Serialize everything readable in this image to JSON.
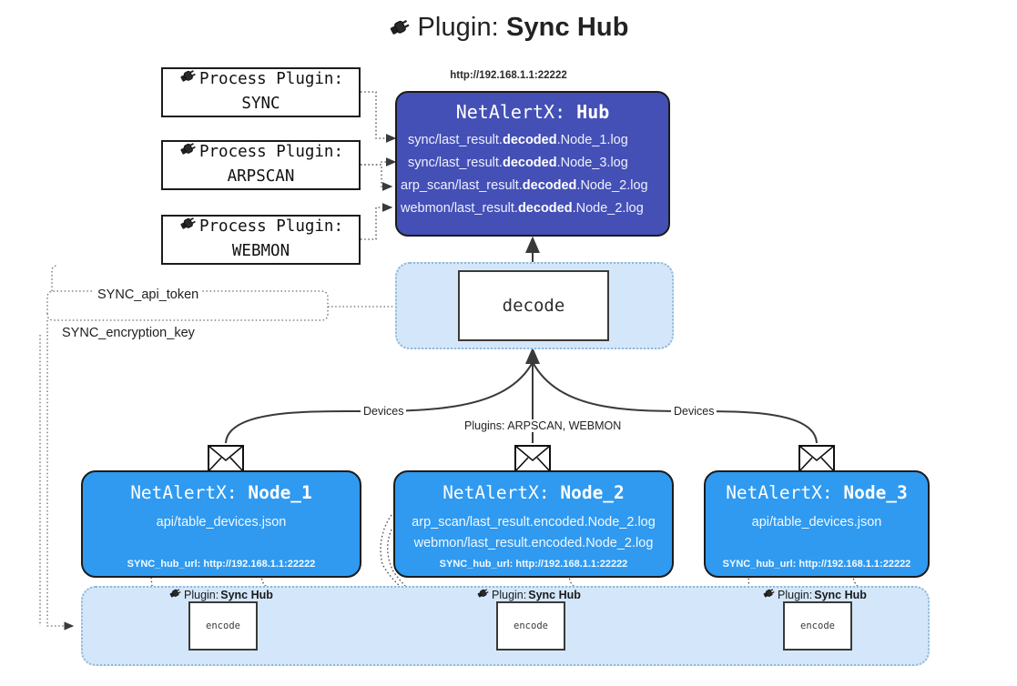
{
  "title": {
    "prefix": "Plugin:",
    "name": "Sync Hub",
    "icon": "plug-icon"
  },
  "colors": {
    "hub_fill": "#4450b5",
    "node_fill": "#2f9af0",
    "band_fill": "#d4e7fa",
    "band_border": "#8fb8d8",
    "stroke": "#1b1b1b",
    "page_bg": "#ffffff"
  },
  "process_plugins": [
    {
      "line1": "Process Plugin:",
      "line2": "SYNC",
      "icon": "plug-icon"
    },
    {
      "line1": "Process Plugin:",
      "line2": "ARPSCAN",
      "icon": "plug-icon"
    },
    {
      "line1": "Process Plugin:",
      "line2": "WEBMON",
      "icon": "plug-icon"
    }
  ],
  "hub": {
    "url": "http://192.168.1.1:22222",
    "title_prefix": "NetAlertX:",
    "title_name": "Hub",
    "logs": [
      {
        "pre": "sync/last_result.",
        "em": "decoded",
        "post": ".Node_1.log"
      },
      {
        "pre": "sync/last_result.",
        "em": "decoded",
        "post": ".Node_3.log"
      },
      {
        "pre": "arp_scan/last_result.",
        "em": "decoded",
        "post": ".Node_2.log"
      },
      {
        "pre": "webmon/last_result.",
        "em": "decoded",
        "post": ".Node_2.log"
      }
    ]
  },
  "decode": {
    "label": "decode"
  },
  "secrets": [
    {
      "label": "SYNC_api_token"
    },
    {
      "label": "SYNC_encryption_key"
    }
  ],
  "edge_labels": {
    "devices_left": "Devices",
    "devices_right": "Devices",
    "plugins_center": "Plugins: ARPSCAN, WEBMON"
  },
  "nodes": [
    {
      "title_prefix": "NetAlertX:",
      "title_name": "Node_1",
      "lines": [
        "api/table_devices.json"
      ],
      "footer": "SYNC_hub_url: http://192.168.1.1:22222",
      "icon": "envelope-icon"
    },
    {
      "title_prefix": "NetAlertX:",
      "title_name": "Node_2",
      "lines": [
        "arp_scan/last_result.encoded.Node_2.log",
        "webmon/last_result.encoded.Node_2.log"
      ],
      "footer": "SYNC_hub_url: http://192.168.1.1:22222",
      "icon": "envelope-icon"
    },
    {
      "title_prefix": "NetAlertX:",
      "title_name": "Node_3",
      "lines": [
        "api/table_devices.json"
      ],
      "footer": "SYNC_hub_url: http://192.168.1.1:22222",
      "icon": "envelope-icon"
    }
  ],
  "encoders": [
    {
      "plugin_prefix": "Plugin:",
      "plugin_name": "Sync Hub",
      "label": "encode",
      "icon": "plug-icon"
    },
    {
      "plugin_prefix": "Plugin:",
      "plugin_name": "Sync Hub",
      "label": "encode",
      "icon": "plug-icon"
    },
    {
      "plugin_prefix": "Plugin:",
      "plugin_name": "Sync Hub",
      "label": "encode",
      "icon": "plug-icon"
    }
  ]
}
